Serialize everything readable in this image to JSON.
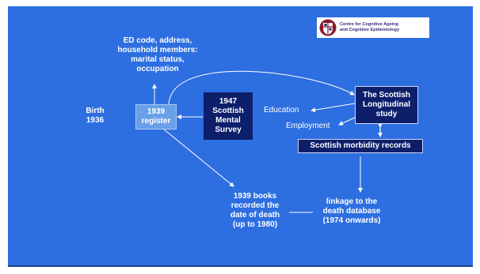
{
  "logo": {
    "line1": "Centre for Cognitive Ageing",
    "line2": "and Cognitive Epidemiology",
    "icon": "university-crest-icon"
  },
  "labels": {
    "ed_code": [
      "ED code, address,",
      "household members:",
      "marital status,",
      "occupation"
    ],
    "birth": [
      "Birth",
      "1936"
    ],
    "education": "Education",
    "employment": "Employment",
    "books": [
      "1939 books",
      "recorded the",
      "date of death",
      "(up to 1980)"
    ],
    "linkage": [
      "linkage to the",
      "death database",
      "(1974 onwards)"
    ]
  },
  "boxes": {
    "register": [
      "1939",
      "register"
    ],
    "survey": [
      "1947",
      "Scottish",
      "Mental",
      "Survey"
    ],
    "longitudinal": [
      "The Scottish",
      "Longitudinal",
      "study"
    ],
    "morbidity": "Scottish morbidity records"
  },
  "colors": {
    "background": "#2d6ee0",
    "register_box": "#6aa0e8",
    "dark_box": "#0d1f6b",
    "text": "#ffffff"
  }
}
